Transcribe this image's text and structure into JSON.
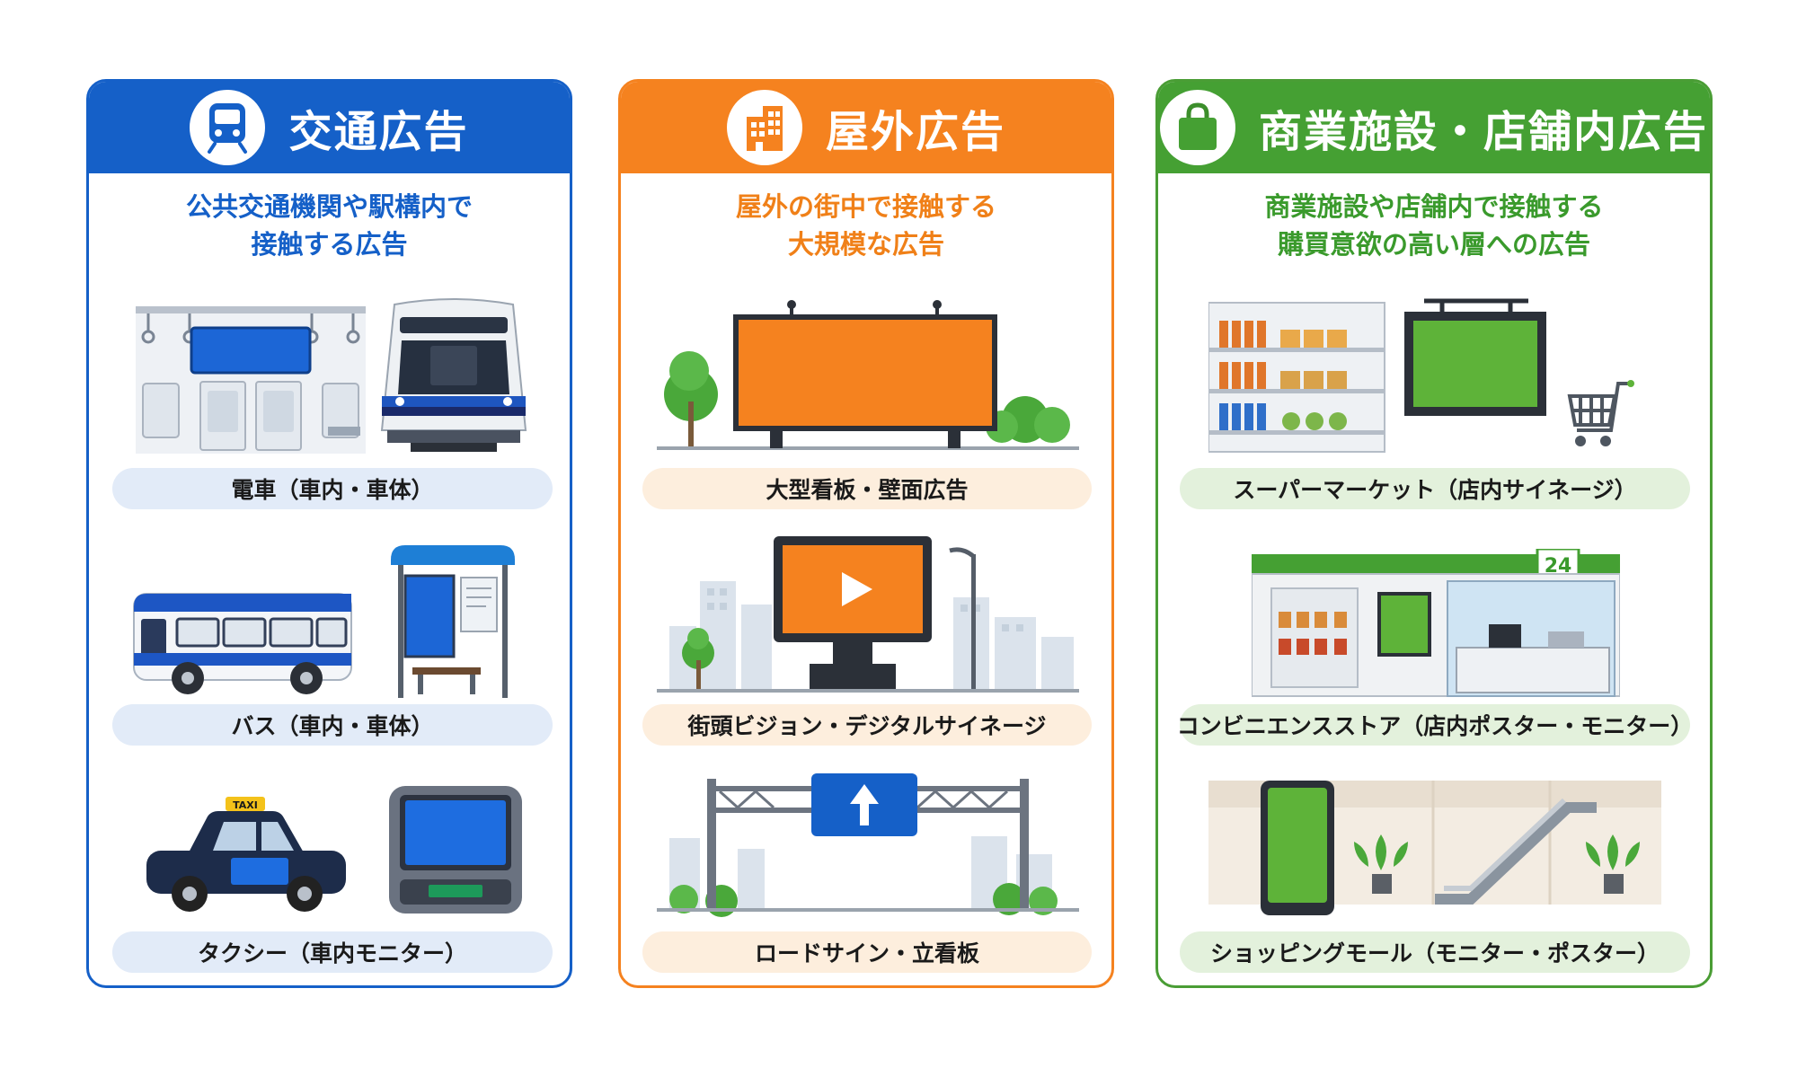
{
  "panels": [
    {
      "title": "交通広告",
      "icon": "train-icon",
      "description": [
        "公共交通機関や駅構内で",
        "接触する広告"
      ],
      "items": [
        "電車（車内・車体）",
        "バス（車内・車体）",
        "タクシー（車内モニター）"
      ]
    },
    {
      "title": "屋外広告",
      "icon": "building-icon",
      "description": [
        "屋外の街中で接触する",
        "大規模な広告"
      ],
      "items": [
        "大型看板・壁面広告",
        "街頭ビジョン・デジタルサイネージ",
        "ロードサイン・立看板"
      ]
    },
    {
      "title": "商業施設・店舗内広告",
      "icon": "shopping-bag-icon",
      "description": [
        "商業施設や店舗内で接触する",
        "購買意欲の高い層への広告"
      ],
      "items": [
        "スーパーマーケット（店内サイネージ）",
        "コンビニエンスストア（店内ポスター・モニター）",
        "ショッピングモール（モニター・ポスター）"
      ]
    }
  ],
  "store_sign_number": "24",
  "taxi_sign": "TAXI",
  "colors": {
    "blue": "#1560c8",
    "orange": "#f5821f",
    "green": "#45a033"
  }
}
